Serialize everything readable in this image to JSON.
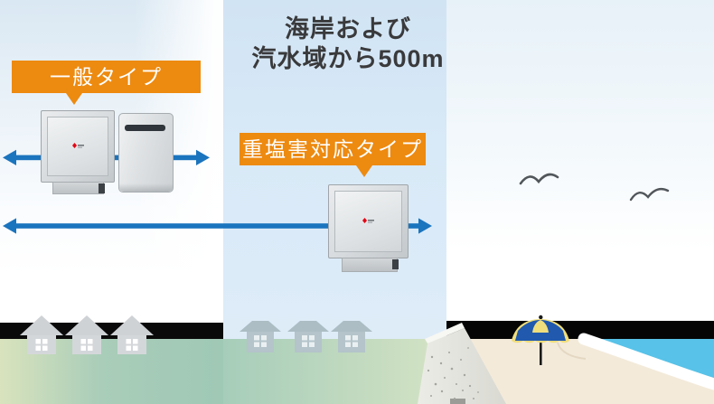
{
  "title": {
    "line1": "海岸および",
    "line2": "汽水域から500m"
  },
  "callouts": {
    "general": {
      "label": "一般タイプ"
    },
    "heavy_salt": {
      "label": "重塩害対応タイプ"
    }
  },
  "colors": {
    "accent_orange": "#ED8A10",
    "arrow_blue": "#1B74BE",
    "title_text": "#3A3A3C",
    "band_black": "#0A0A0A",
    "sea_blue": "#58C2E8",
    "foam_white": "#FFFFFF",
    "sand": "#F3EADA",
    "grass_left_start": "#D9E3BD",
    "grass_left_end": "#9FC8B5",
    "grass_mid_start": "#A6CDBA",
    "grass_mid_end": "#D5E4C5",
    "house_left_gray": "#D3D6D9",
    "house_mid_gray": "#B3C3C9",
    "umbrella_blue": "#2059AE",
    "umbrella_yellow": "#F0DE7C",
    "logo_red": "#E60012",
    "column_mid_blue": "#D8E9F7"
  },
  "icons": {
    "seagull": "seagull-icon",
    "umbrella": "beach-umbrella-icon",
    "logo": "mitsubishi-logo-icon"
  }
}
